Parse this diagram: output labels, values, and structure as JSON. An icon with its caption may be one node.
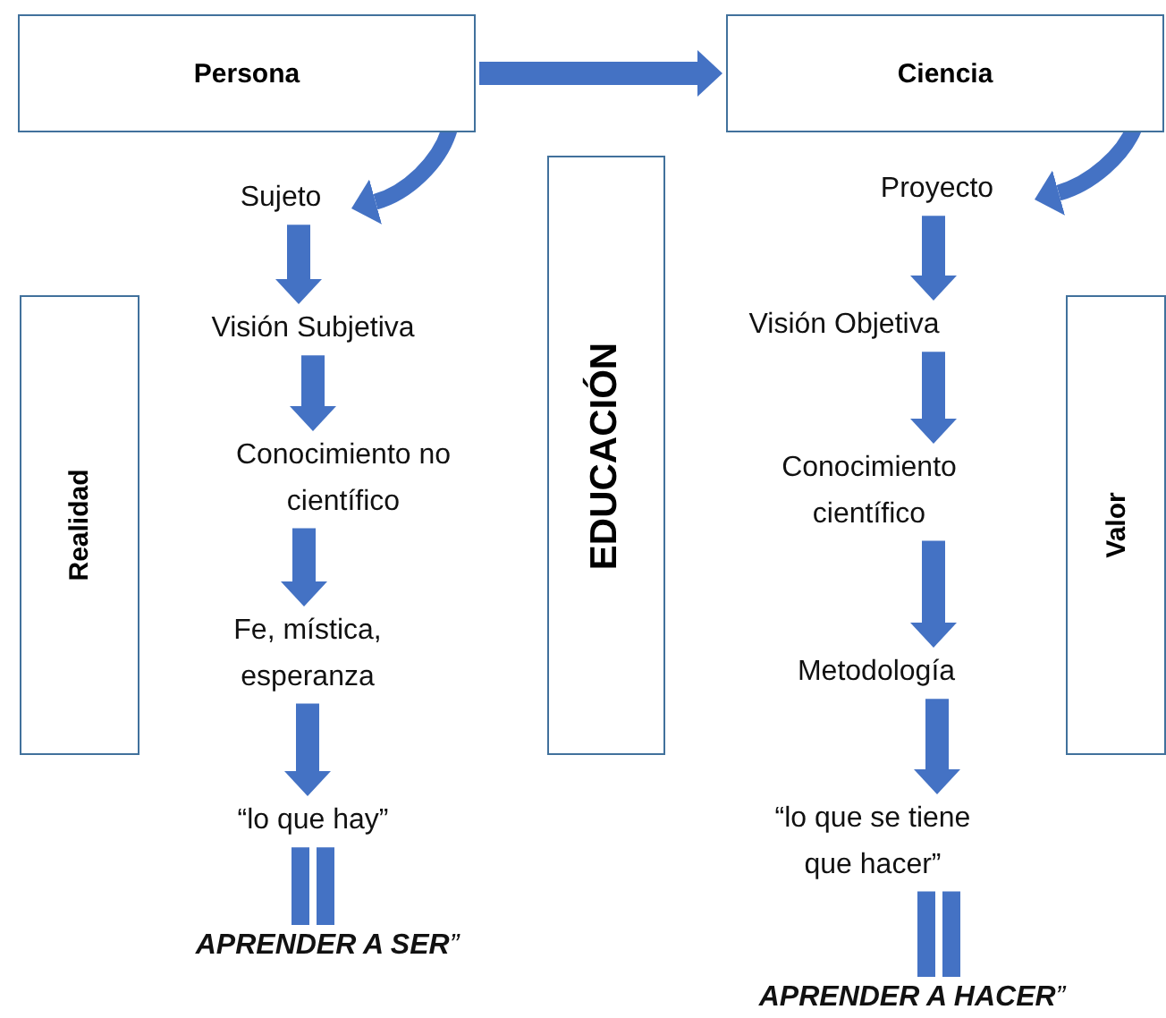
{
  "diagram": {
    "nodes": [
      {
        "text": [
          "Persona"
        ]
      },
      {
        "text": [
          "Ciencia"
        ]
      },
      {
        "text": [
          "Sujeto"
        ]
      },
      {
        "text": [
          "Visión Subjetiva"
        ]
      },
      {
        "text": [
          "Conocimiento no científico"
        ]
      },
      {
        "text": [
          "Fe, mística, esperanza"
        ]
      },
      {
        "text": [
          "“lo que hay”"
        ]
      },
      {
        "text": [
          "**APRENDER A SER**”"
        ]
      },
      {
        "text": [
          "Realidad"
        ]
      },
      {
        "text": [
          "EDUCACIÓN"
        ]
      },
      {
        "text": [
          "Proyecto"
        ]
      },
      {
        "text": [
          "Visión Objetiva"
        ]
      },
      {
        "text": [
          "Conocimiento científico"
        ]
      },
      {
        "text": [
          "Metodología"
        ]
      },
      {
        "text": [
          "“lo que se tiene que hacer”"
        ]
      },
      {
        "text": [
          "**APRENDER A HACER**”"
        ]
      },
      {
        "text": [
          "Valor"
        ]
      }
    ],
    "edges": [
      {
        "from": 0,
        "to": 1,
        "arrow": "to"
      },
      {
        "from": 0,
        "to": 2,
        "arrow": "to"
      },
      {
        "from": 2,
        "to": 3,
        "arrow": "to"
      },
      {
        "from": 3,
        "to": 4,
        "arrow": "to"
      },
      {
        "from": 4,
        "to": 5,
        "arrow": "to"
      },
      {
        "from": 5,
        "to": 6,
        "arrow": "to"
      },
      {
        "from": 6,
        "to": 7,
        "arrow": "none"
      },
      {
        "from": 1,
        "to": 10,
        "arrow": "to"
      },
      {
        "from": 10,
        "to": 11,
        "arrow": "to"
      },
      {
        "from": 11,
        "to": 12,
        "arrow": "to"
      },
      {
        "from": 12,
        "to": 13,
        "arrow": "to"
      },
      {
        "from": 13,
        "to": 14,
        "arrow": "to"
      },
      {
        "from": 14,
        "to": 15,
        "arrow": "none"
      }
    ]
  }
}
